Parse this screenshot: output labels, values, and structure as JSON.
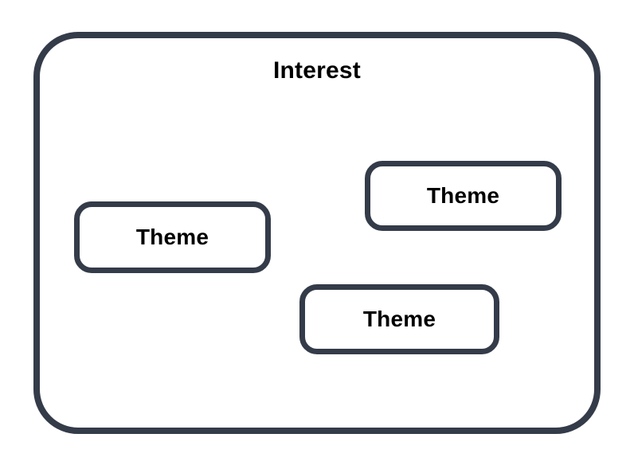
{
  "diagram": {
    "container_label": "Interest",
    "nodes": [
      {
        "label": "Theme",
        "position": "left"
      },
      {
        "label": "Theme",
        "position": "top-right"
      },
      {
        "label": "Theme",
        "position": "bottom-middle"
      }
    ],
    "colors": {
      "border": "#343b49",
      "fill": "#ffffff",
      "text": "#000000",
      "background": "#ffffff"
    }
  }
}
